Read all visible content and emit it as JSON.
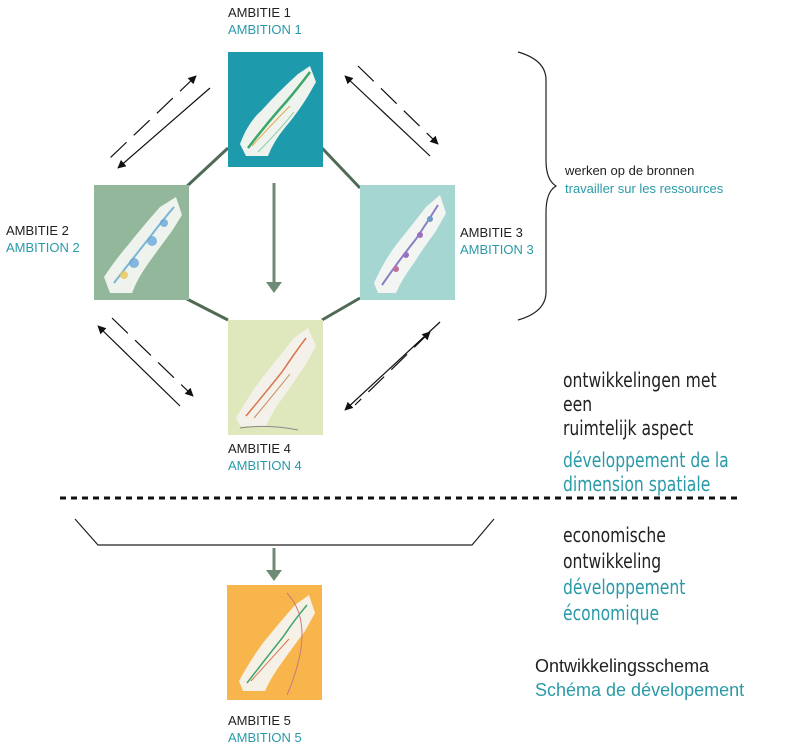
{
  "ambitions": [
    {
      "nl": "AMBITIE 1",
      "fr": "AMBITION 1",
      "bg": "#1d9aab"
    },
    {
      "nl": "AMBITIE 2",
      "fr": "AMBITION 2",
      "bg": "#93b79a"
    },
    {
      "nl": "AMBITIE 3",
      "fr": "AMBITION 3",
      "bg": "#a6d6d1"
    },
    {
      "nl": "AMBITIE 4",
      "fr": "AMBITION 4",
      "bg": "#dfe7bd"
    },
    {
      "nl": "AMBITIE 5",
      "fr": "AMBITION 5",
      "bg": "#f7b54b"
    }
  ],
  "groups": {
    "resources": {
      "nl": "werken op de bronnen",
      "fr": "travailler sur les ressources"
    },
    "spatial": {
      "nl_line1": "ontwikkelingen met een",
      "nl_line2": "ruimtelijk aspect",
      "fr_line1": "développement  de la",
      "fr_line2": "dimension spatiale"
    },
    "economic": {
      "nl": "economische ontwikkeling",
      "fr": "développement économique"
    },
    "scheme": {
      "nl": "Ontwikkelingsschema",
      "fr": "Schéma de dévelopement"
    }
  },
  "colors": {
    "line": "#4f6b55",
    "french_text": "#2a9aa8",
    "dark_text": "#222222"
  }
}
